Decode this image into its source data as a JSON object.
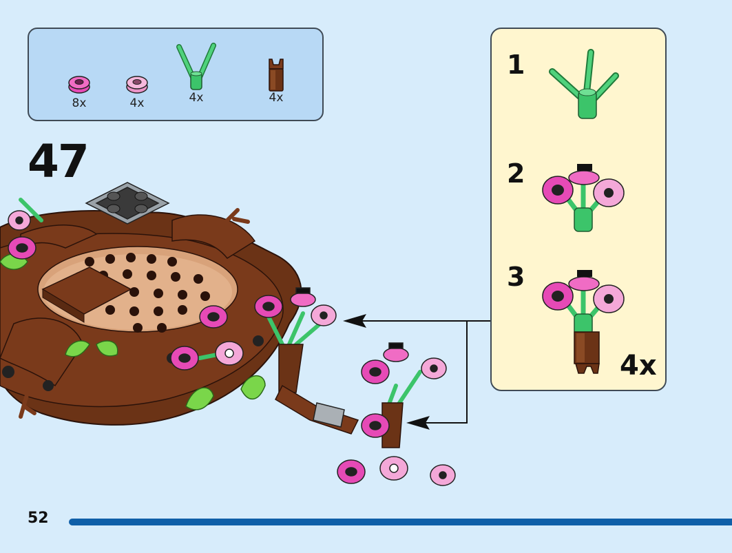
{
  "parts_list": {
    "items": [
      {
        "name": "flower-dark-pink",
        "quantity": "8x",
        "color": "#e64ab6"
      },
      {
        "name": "flower-light-pink",
        "quantity": "4x",
        "color": "#f4a8d8"
      },
      {
        "name": "plant-stem-green",
        "quantity": "4x",
        "color": "#3cc46a"
      },
      {
        "name": "brown-clip-piece",
        "quantity": "4x",
        "color": "#6b3316"
      }
    ]
  },
  "step": {
    "number": "47"
  },
  "subassembly": {
    "steps": [
      {
        "number": "1"
      },
      {
        "number": "2"
      },
      {
        "number": "3"
      }
    ],
    "multiplier": "4x"
  },
  "footer": {
    "page_number": "52"
  },
  "colors": {
    "background": "#d7ecfb",
    "parts_panel": "#b8d9f5",
    "subassembly_panel": "#fff6cf",
    "brown": "#7a3a1b",
    "tan": "#d8a27a",
    "green": "#3cc46a",
    "leaf_green": "#7ad64a",
    "dark_pink": "#e64ab6",
    "light_pink": "#f4a8d8",
    "page_bar": "#0f5fa8"
  }
}
